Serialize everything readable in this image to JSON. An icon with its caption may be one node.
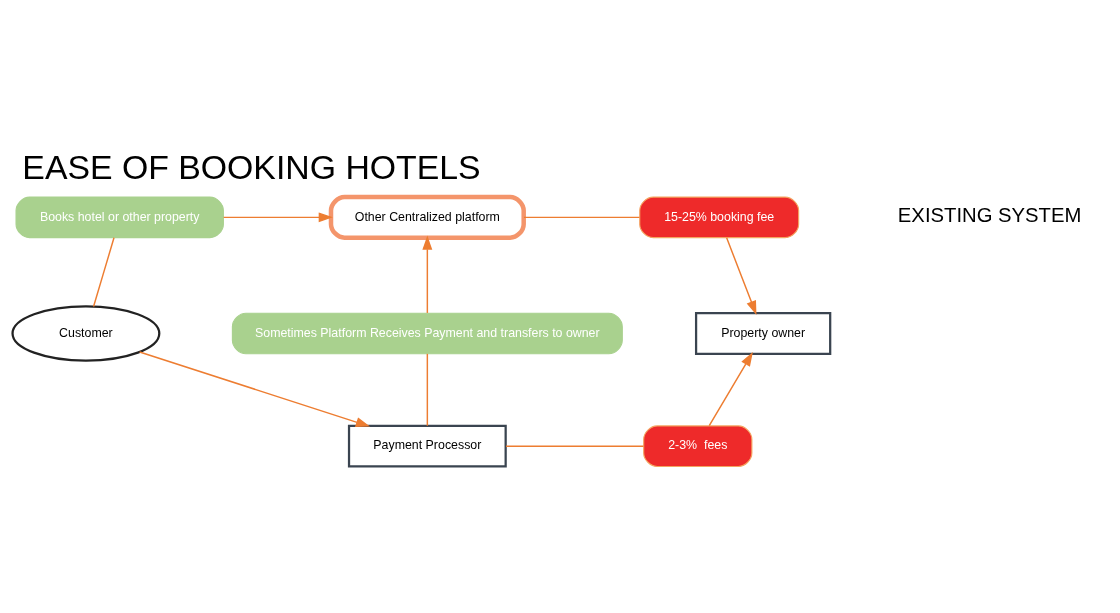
{
  "diagram": {
    "title": "EASE OF BOOKING HOTELS",
    "nodes": [
      {
        "text": [
          "Books hotel or other property"
        ]
      },
      {
        "text": [
          "Other Centralized platform"
        ]
      },
      {
        "text": [
          "15-25% booking fee"
        ]
      },
      {
        "text": [
          "Customer"
        ]
      },
      {
        "text": [
          "Sometimes Platform Receives Payment and transfers to owner"
        ]
      },
      {
        "text": [
          "Property owner"
        ]
      },
      {
        "text": [
          "Payment Processor"
        ]
      },
      {
        "text": [
          "2-3%  fees"
        ]
      }
    ],
    "edges": [
      {
        "from": 0,
        "to": 1,
        "arrow": "to"
      },
      {
        "from": 1,
        "to": 2,
        "arrow": "none"
      },
      {
        "from": 2,
        "to": 5,
        "arrow": "to"
      },
      {
        "from": 0,
        "to": 3,
        "arrow": "none"
      },
      {
        "from": 4,
        "to": 1,
        "arrow": "to"
      },
      {
        "from": 3,
        "to": 6,
        "arrow": "to"
      },
      {
        "from": 4,
        "to": 6,
        "arrow": "none"
      },
      {
        "from": 6,
        "to": 7,
        "arrow": "none"
      },
      {
        "from": 7,
        "to": 5,
        "arrow": "to"
      }
    ],
    "labels": [
      "EXISTING SYSTEM"
    ]
  }
}
